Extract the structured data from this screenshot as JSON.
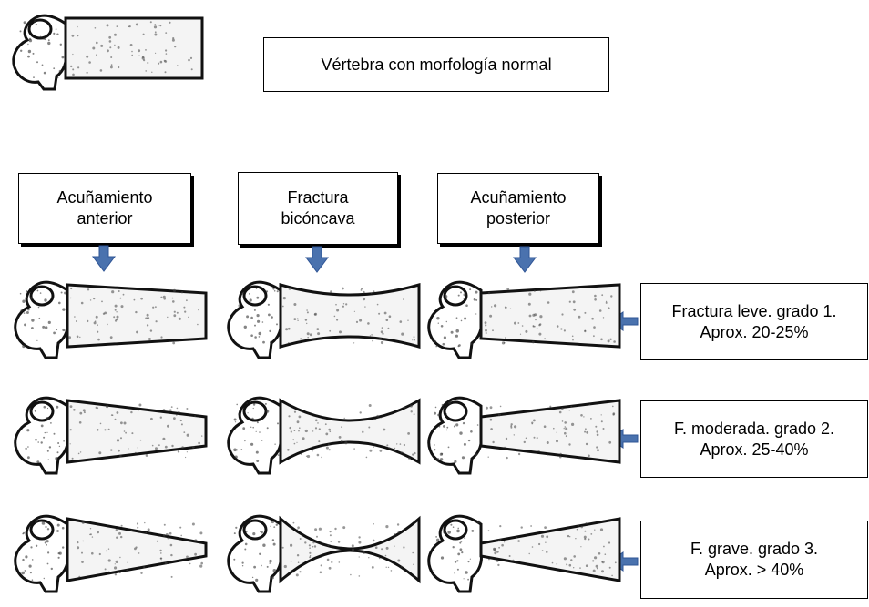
{
  "normal": {
    "label": "Vértebra con morfología normal"
  },
  "columns": [
    {
      "line1": "Acuñamiento",
      "line2": "anterior"
    },
    {
      "line1": "Fractura",
      "line2": "bicóncava"
    },
    {
      "line1": "Acuñamiento",
      "line2": "posterior"
    }
  ],
  "grades": [
    {
      "line1": "Fractura leve. grado 1.",
      "line2": "Aprox. 20-25%"
    },
    {
      "line1": "F. moderada. grado 2.",
      "line2": "Aprox. 25-40%"
    },
    {
      "line1": "F. grave. grado 3.",
      "line2": "Aprox. > 40%"
    }
  ],
  "colors": {
    "arrow": "#4a72ae",
    "arrow_stroke": "#2f5596",
    "bone_dark": "#111111"
  },
  "icons": {
    "arrow_down": "arrow-down-icon",
    "arrow_left": "arrow-left-icon",
    "vertebra": "vertebra-illustration"
  }
}
